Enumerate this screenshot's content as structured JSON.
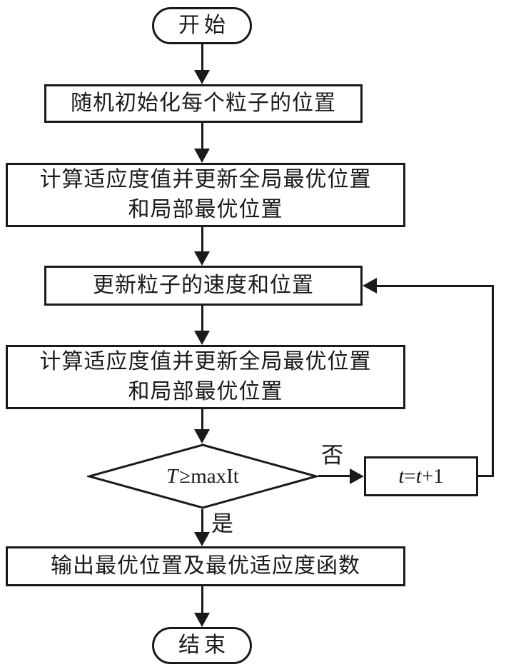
{
  "colors": {
    "line": "#1a1a1a",
    "background": "#ffffff"
  },
  "diagram": {
    "type": "flowchart",
    "nodes": {
      "start": {
        "shape": "terminal",
        "label": "开始"
      },
      "init": {
        "shape": "process",
        "label": "随机初始化每个粒子的位置"
      },
      "fitness1": {
        "shape": "process",
        "line1": "计算适应度值并更新全局最优位置",
        "line2": "和局部最优位置"
      },
      "update": {
        "shape": "process",
        "label": "更新粒子的速度和位置"
      },
      "fitness2": {
        "shape": "process",
        "line1": "计算适应度值并更新全局最优位置",
        "line2": "和局部最优位置"
      },
      "decision": {
        "shape": "decision",
        "var": "T",
        "cond": "≥maxIt"
      },
      "increment": {
        "shape": "process",
        "v1": "t",
        "op": "=",
        "v2": "t",
        "rest": "+1"
      },
      "output": {
        "shape": "process",
        "label": "输出最优位置及最优适应度函数"
      },
      "end": {
        "shape": "terminal",
        "label": "结束"
      }
    },
    "edge_labels": {
      "no": "否",
      "yes": "是"
    },
    "edges": [
      {
        "from": "start",
        "to": "init"
      },
      {
        "from": "init",
        "to": "fitness1"
      },
      {
        "from": "fitness1",
        "to": "update"
      },
      {
        "from": "update",
        "to": "fitness2"
      },
      {
        "from": "fitness2",
        "to": "decision"
      },
      {
        "from": "decision",
        "to": "increment",
        "label": "否"
      },
      {
        "from": "increment",
        "to": "update"
      },
      {
        "from": "decision",
        "to": "output",
        "label": "是"
      },
      {
        "from": "output",
        "to": "end"
      }
    ]
  }
}
